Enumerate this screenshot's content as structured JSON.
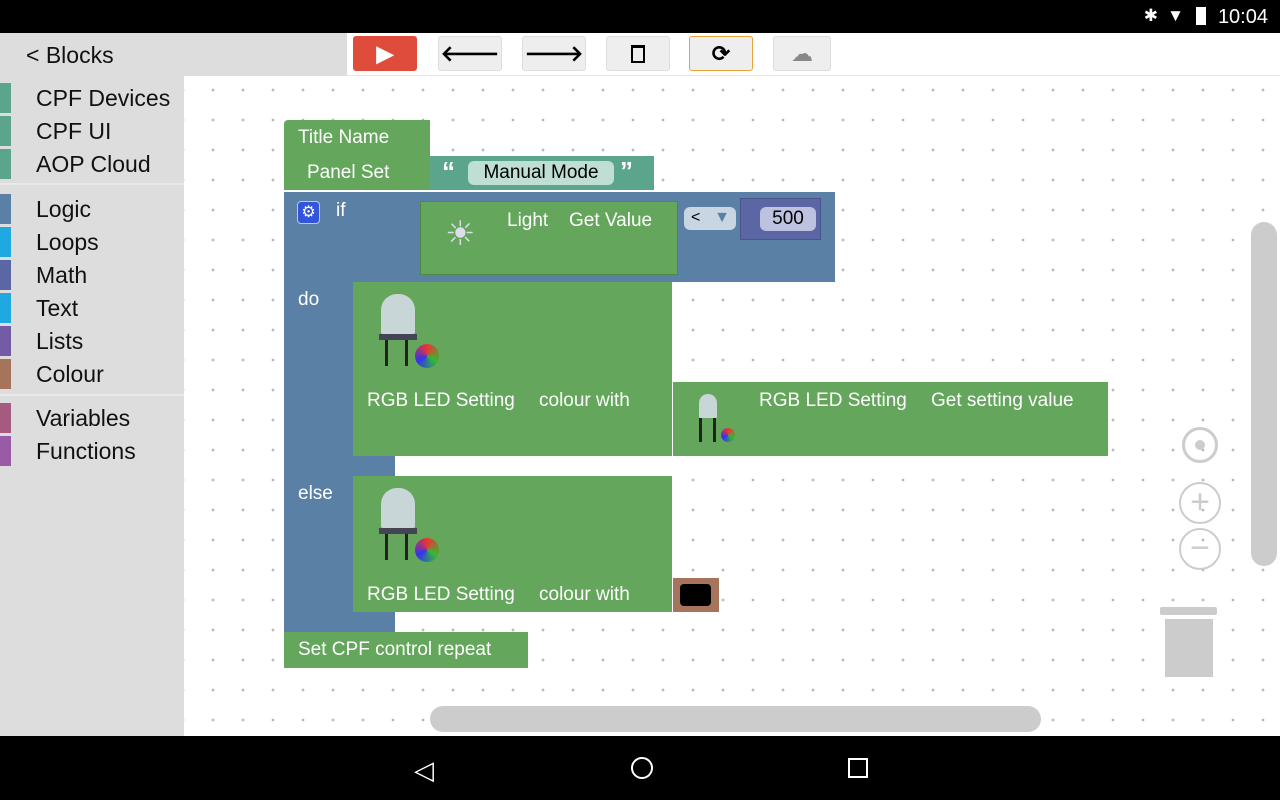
{
  "status_bar": {
    "time": "10:04",
    "icons": [
      "bluetooth-icon",
      "wifi-icon",
      "battery-icon"
    ]
  },
  "header": {
    "blocks_label": "< Blocks"
  },
  "toolbar": {
    "buttons": [
      "play-icon",
      "undo-arrow-icon",
      "redo-arrow-icon",
      "trash-icon",
      "refresh-icon",
      "cloud-upload-icon"
    ]
  },
  "sidebar": {
    "categories": [
      {
        "label": "CPF Devices",
        "color": "#5ba58c"
      },
      {
        "label": "CPF UI",
        "color": "#5ba58c"
      },
      {
        "label": "AOP Cloud",
        "color": "#5ba58c"
      },
      {
        "label": "Logic",
        "color": "#5b80a5"
      },
      {
        "label": "Loops",
        "color": "#1fa9e0"
      },
      {
        "label": "Math",
        "color": "#5b67a5"
      },
      {
        "label": "Text",
        "color": "#1fa9e0"
      },
      {
        "label": "Lists",
        "color": "#745ba5"
      },
      {
        "label": "Colour",
        "color": "#a5745b"
      },
      {
        "label": "Variables",
        "color": "#a55b80"
      },
      {
        "label": "Functions",
        "color": "#995ba5"
      }
    ]
  },
  "workspace": {
    "title_block": {
      "line1": "Title Name",
      "line2": "Panel Set",
      "open_quote": "“",
      "text": "Manual Mode",
      "close_quote": "”"
    },
    "if_block": {
      "if": "if",
      "do": "do",
      "else": "else"
    },
    "light": {
      "label": "Light",
      "action": "Get Value"
    },
    "compare": {
      "operator": "<",
      "value": "500"
    },
    "do_block": {
      "label": "RGB LED Setting",
      "action": "colour with",
      "get_label": "RGB LED Setting",
      "get_action": "Get setting value"
    },
    "else_block": {
      "label": "RGB LED Setting",
      "action": "colour with",
      "colour": "#000000"
    },
    "repeat_block": {
      "label": "Set CPF control repeat"
    }
  }
}
